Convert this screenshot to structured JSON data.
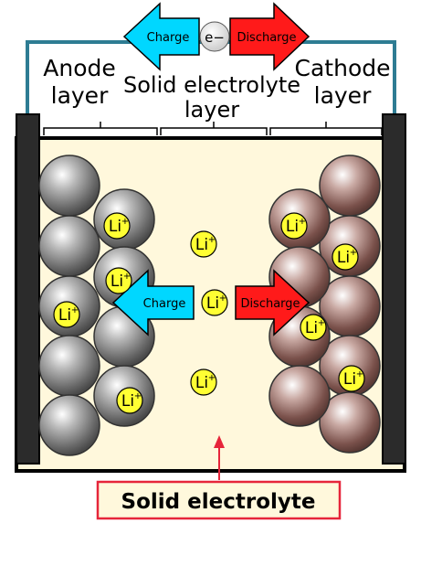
{
  "labels": {
    "anode_line1": "Anode",
    "anode_line2": "layer",
    "solid_line1": "Solid electrolyte",
    "solid_line2": "layer",
    "cathode_line1": "Cathode",
    "cathode_line2": "layer",
    "callout": "Solid electrolyte"
  },
  "arrows": {
    "charge": "Charge",
    "discharge": "Discharge",
    "electron": "e−"
  },
  "ion": {
    "symbol": "Li",
    "charge": "+"
  },
  "colors": {
    "electrolyte_bg": "#FFF8DC",
    "charge_arrow": "#00D7FF",
    "discharge_arrow": "#FF1A1A",
    "wire": "#2E7C93",
    "anode_particle": "#8D8D8D",
    "cathode_particle": "#9A6E66",
    "ion_fill": "#FFFF33",
    "callout_border": "#E6253A"
  }
}
